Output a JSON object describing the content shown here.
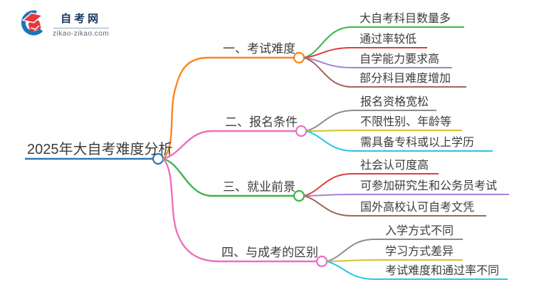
{
  "logo": {
    "site_name": "自考网",
    "site_url": "zikao-zikao.com",
    "icon_blue": "#1b75bb",
    "icon_red": "#e8383d"
  },
  "mindmap": {
    "root": {
      "label": "2025年大自考难度分析",
      "color": "#2b78be"
    },
    "branches": [
      {
        "label": "一、考试难度",
        "color": "#f8861d",
        "children": [
          {
            "label": "大自考科目数量多",
            "color": "#3cb54a"
          },
          {
            "label": "通过率较低",
            "color": "#e23c3c"
          },
          {
            "label": "自学能力要求高",
            "color": "#a283d4"
          },
          {
            "label": "部分科目难度增加",
            "color": "#a2665c"
          }
        ]
      },
      {
        "label": "二、报名条件",
        "color": "#ee6fc0",
        "children": [
          {
            "label": "报名资格宽松",
            "color": "#8c8c8c"
          },
          {
            "label": "不限性别、年龄等",
            "color": "#d4c32c"
          },
          {
            "label": "需具备专科或以上学历",
            "color": "#29c5e6"
          }
        ]
      },
      {
        "label": "三、就业前景",
        "color": "#3cb54a",
        "children": [
          {
            "label": "社会认可度高",
            "color": "#e23c3c"
          },
          {
            "label": "可参加研究生和公务员考试",
            "color": "#a283d4"
          },
          {
            "label": "国外高校认可自考文凭",
            "color": "#a2665c"
          }
        ]
      },
      {
        "label": "四、与成考的区别",
        "color": "#ee6fc0",
        "children": [
          {
            "label": "入学方式不同",
            "color": "#8c8c8c"
          },
          {
            "label": "学习方式差异",
            "color": "#d4c32c"
          },
          {
            "label": "考试难度和通过率不同",
            "color": "#29c5e6"
          }
        ]
      }
    ]
  }
}
